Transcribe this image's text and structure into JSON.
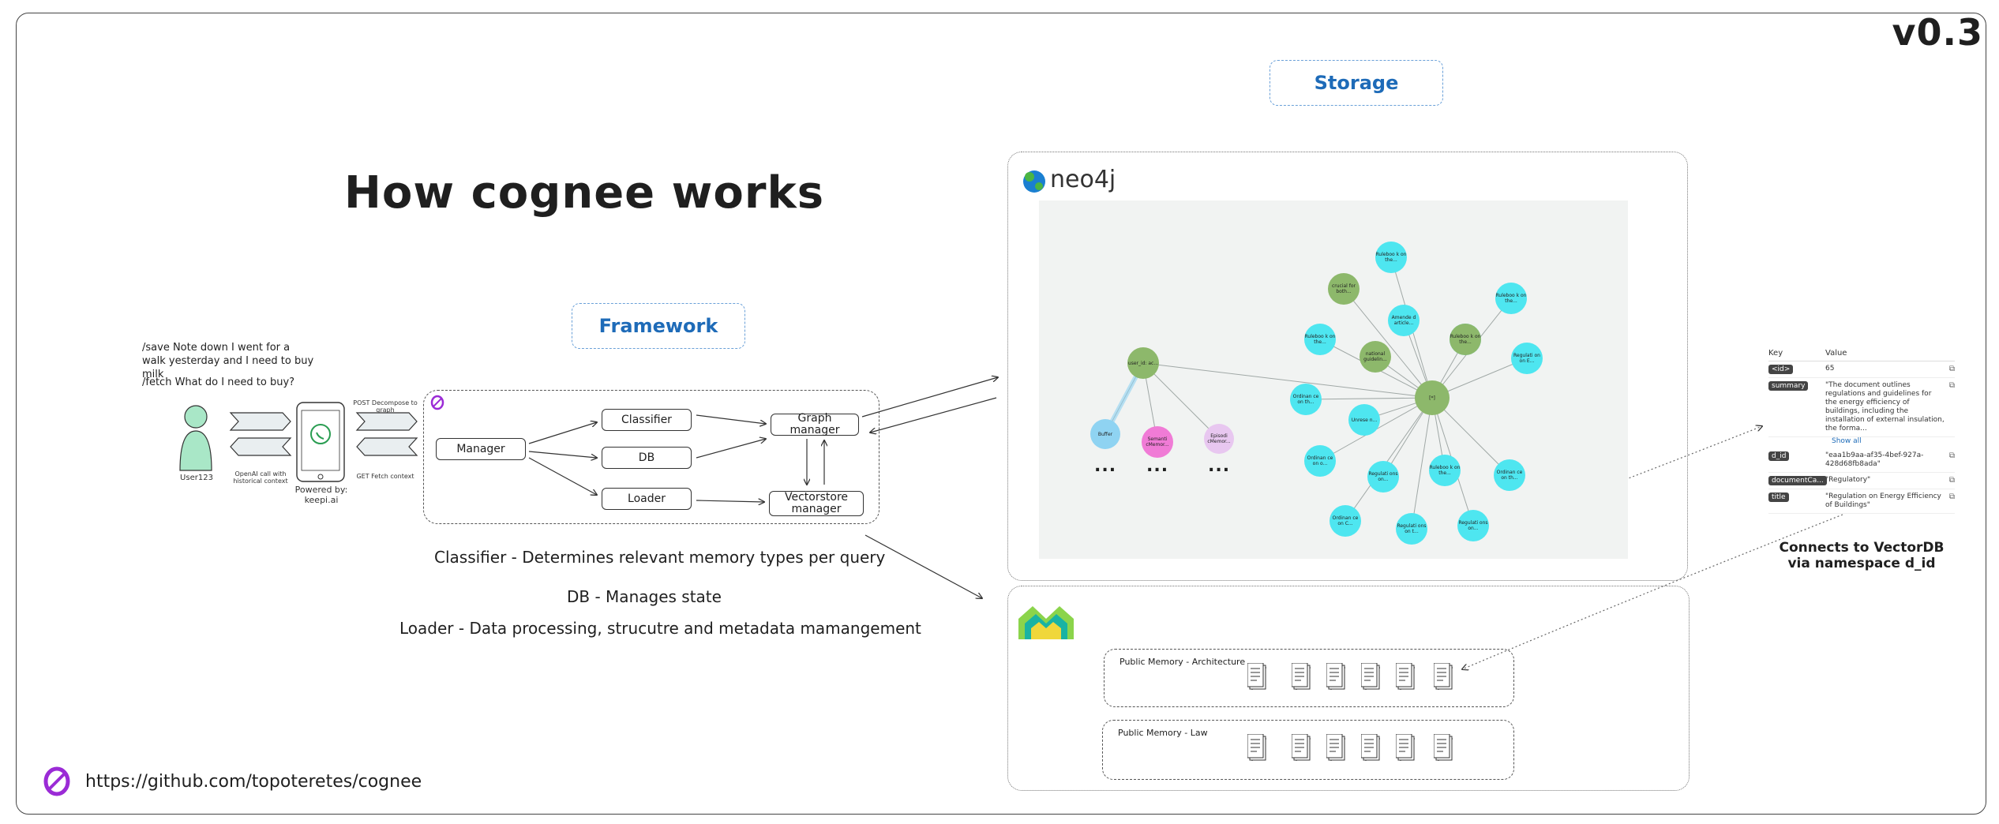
{
  "version": "v0.3",
  "title": "How cognee works",
  "storage_label": "Storage",
  "framework_label": "Framework",
  "commands": {
    "save": "/save Note down I went for a walk yesterday and I need to buy milk",
    "fetch": "/fetch What do I need to buy?"
  },
  "user_label": "User123",
  "arrow_notes": {
    "openai": "OpenAI call with historical context",
    "post": "POST Decompose to graph",
    "get": "GET Fetch context"
  },
  "powered_by": "Powered by: keepi.ai",
  "framework_boxes": {
    "manager": "Manager",
    "classifier": "Classifier",
    "db": "DB",
    "loader": "Loader",
    "graph_manager": "Graph manager",
    "vectorstore_manager": "Vectorstore manager"
  },
  "descriptions": {
    "classifier": "Classifier - Determines relevant memory types per query",
    "db": "DB - Manages state",
    "loader": "Loader - Data processing, strucutre and metadata mamangement"
  },
  "neo4j_label": "neo4j",
  "graph_nodes": [
    {
      "label": "user_id: ac...",
      "color": "#8db86b"
    },
    {
      "label": "Buffer",
      "color": "#8fd3f2"
    },
    {
      "label": "Semanti cMemor...",
      "color": "#f07bd6"
    },
    {
      "label": "Episodi cMemor...",
      "color": "#e8c7f0"
    },
    {
      "label": "[*]",
      "color": "#8db86b"
    },
    {
      "label": "Ruleboo k on the...",
      "color": "#4ee6f0"
    },
    {
      "label": "Amende d article...",
      "color": "#4ee6f0"
    },
    {
      "label": "crucial for both...",
      "color": "#8db86b"
    },
    {
      "label": "Ruleboo k on the...",
      "color": "#4ee6f0"
    },
    {
      "label": "Ruleboo k on the...",
      "color": "#4ee6f0"
    },
    {
      "label": "national guidelin...",
      "color": "#8db86b"
    },
    {
      "label": "Ruleboo k on the...",
      "color": "#4ee6f0"
    },
    {
      "label": "Regulati on on E...",
      "color": "#4ee6f0"
    },
    {
      "label": "Ordinan ce on th...",
      "color": "#4ee6f0"
    },
    {
      "label": "Unrese n...",
      "color": "#4ee6f0"
    },
    {
      "label": "Ordinan ce on o...",
      "color": "#4ee6f0"
    },
    {
      "label": "Regulati ons on...",
      "color": "#4ee6f0"
    },
    {
      "label": "Ruleboo k on the...",
      "color": "#4ee6f0"
    },
    {
      "label": "Ordinan ce on th...",
      "color": "#4ee6f0"
    },
    {
      "label": "Ordinan ce on C...",
      "color": "#4ee6f0"
    },
    {
      "label": "Regulati ons on t...",
      "color": "#4ee6f0"
    },
    {
      "label": "Regulati ons on...",
      "color": "#4ee6f0"
    },
    {
      "label": "Ruleboo k on the...",
      "color": "#8db86b"
    }
  ],
  "ellipsis": "...",
  "panel": {
    "key_header": "Key",
    "value_header": "Value",
    "rows": [
      {
        "key": "<id>",
        "value": "65"
      },
      {
        "key": "summary",
        "value": "\"The document outlines regulations and guidelines for the energy efficiency of buildings, including the installation of external insulation, the forma..."
      },
      {
        "key": "d_id",
        "value": "\"eaa1b9aa-af35-4bef-927a-428d68fb8ada\""
      },
      {
        "key": "documentCa...",
        "value": "\"Regulatory\""
      },
      {
        "key": "title",
        "value": "\"Regulation on Energy Efficiency of Buildings\""
      }
    ],
    "show_all": "Show all"
  },
  "caption": "Connects to VectorDB via namespace d_id",
  "memory": {
    "architecture": "Public Memory - Architecture",
    "law": "Public Memory - Law"
  },
  "github_url": "https://github.com/topoteretes/cognee",
  "colors": {
    "accent_blue": "#1e6bb8",
    "cyan_node": "#4ee6f0",
    "green_node": "#8db86b",
    "cognee_purple": "#9b2bd6"
  }
}
